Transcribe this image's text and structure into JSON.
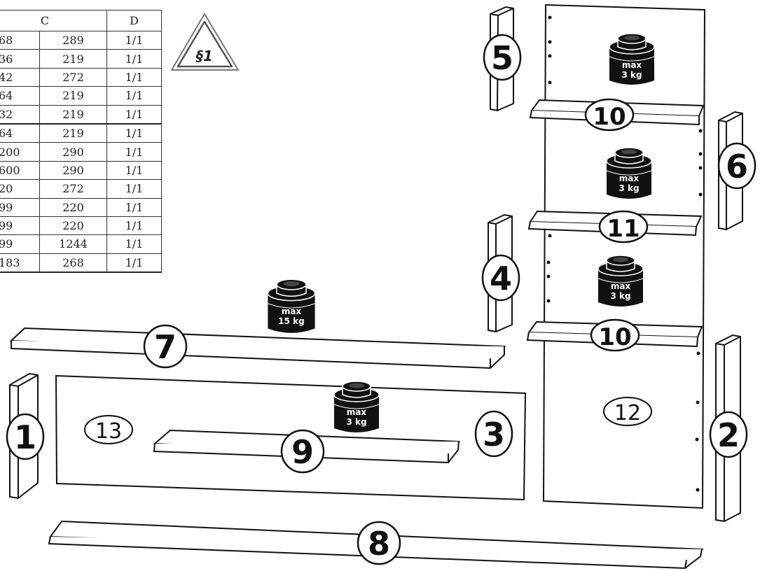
{
  "table": {
    "headers": {
      "c": "C",
      "d": "D"
    },
    "rows": [
      {
        "c1": "68",
        "c2": "289",
        "d": "1/1"
      },
      {
        "c1": "36",
        "c2": "219",
        "d": "1/1"
      },
      {
        "c1": "42",
        "c2": "272",
        "d": "1/1"
      },
      {
        "c1": "64",
        "c2": "219",
        "d": "1/1"
      },
      {
        "c1": "32",
        "c2": "219",
        "d": "1/1"
      },
      {
        "c1": "64",
        "c2": "219",
        "d": "1/1"
      },
      {
        "c1": "200",
        "c2": "290",
        "d": "1/1"
      },
      {
        "c1": "600",
        "c2": "290",
        "d": "1/1"
      },
      {
        "c1": "20",
        "c2": "272",
        "d": "1/1"
      },
      {
        "c1": "99",
        "c2": "220",
        "d": "1/1"
      },
      {
        "c1": "99",
        "c2": "220",
        "d": "1/1"
      },
      {
        "c1": "99",
        "c2": "1244",
        "d": "1/1"
      },
      {
        "c1": "183",
        "c2": "268",
        "d": "1/1"
      }
    ]
  },
  "warning_sign": {
    "text": "§1",
    "icon": "warning-triangle-icon"
  },
  "labels": {
    "p1": "1",
    "p2": "2",
    "p3": "3",
    "p4": "4",
    "p5": "5",
    "p6": "6",
    "p7": "7",
    "p8": "8",
    "p9": "9",
    "p10a": "10",
    "p10b": "10",
    "p11": "11",
    "p12": "12",
    "p13": "13"
  },
  "weights": {
    "w1": {
      "line1": "max",
      "line2": "3 kg"
    },
    "w2": {
      "line1": "max",
      "line2": "3 kg"
    },
    "w3": {
      "line1": "max",
      "line2": "3 kg"
    },
    "w4": {
      "line1": "max",
      "line2": "15 kg"
    },
    "w5": {
      "line1": "max",
      "line2": "3 kg"
    }
  }
}
